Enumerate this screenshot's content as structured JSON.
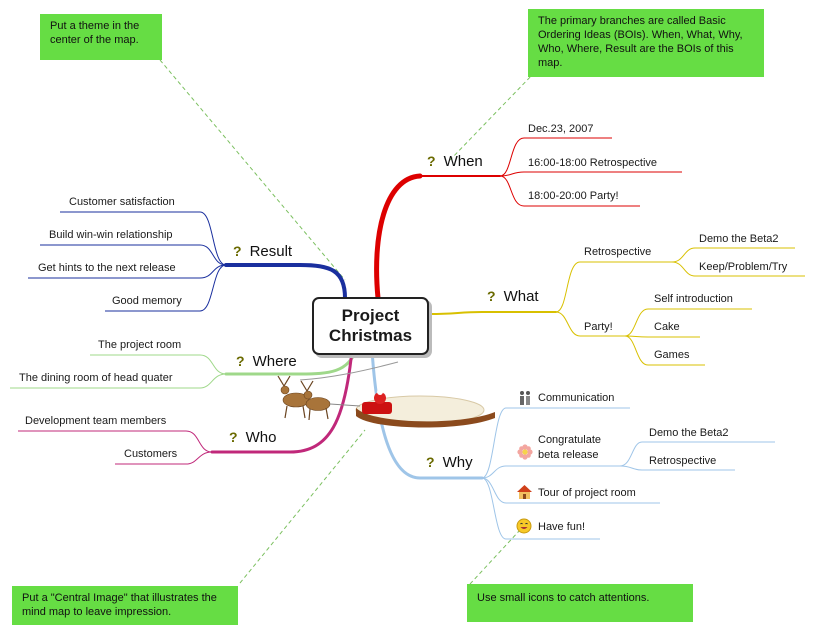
{
  "center": {
    "line1": "Project",
    "line2": "Christmas"
  },
  "notes": {
    "theme": "Put a theme in the center of the map.",
    "boi": "The primary branches are called Basic Ordering Ideas (BOIs). When, What, Why, Who, Where, Result are the BOIs of this map.",
    "central_image": "Put a \"Central Image\" that illustrates the mind map to leave impression.",
    "icons": "Use small icons to catch attentions."
  },
  "marker": "?",
  "branches": {
    "when": {
      "label": "When",
      "color": "#dd0000",
      "items": [
        "Dec.23, 2007",
        "16:00-18:00 Retrospective",
        "18:00-20:00 Party!"
      ]
    },
    "what": {
      "label": "What",
      "color": "#d8c000",
      "retrospective": {
        "label": "Retrospective",
        "items": [
          "Demo the Beta2",
          "Keep/Problem/Try"
        ]
      },
      "party": {
        "label": "Party!",
        "items": [
          "Self introduction",
          "Cake",
          "Games"
        ]
      }
    },
    "why": {
      "label": "Why",
      "color": "#9fc5e8",
      "items": {
        "communication": {
          "label": "Communication",
          "icon": "people-icon"
        },
        "congratulate": {
          "label1": "Congratulate",
          "label2": "beta release",
          "icon": "flower-icon",
          "sub": [
            "Demo the Beta2",
            "Retrospective"
          ]
        },
        "tour": {
          "label": "Tour of project room",
          "icon": "house-icon"
        },
        "fun": {
          "label": "Have fun!",
          "icon": "smiley-icon"
        }
      }
    },
    "result": {
      "label": "Result",
      "color": "#1a2f9e",
      "items": [
        "Customer satisfaction",
        "Build win-win relationship",
        "Get hints to the next release",
        "Good memory"
      ]
    },
    "where": {
      "label": "Where",
      "color": "#9fd88a",
      "items": [
        "The project room",
        "The dining room of head quater"
      ]
    },
    "who": {
      "label": "Who",
      "color": "#c0287a",
      "items": [
        "Development team members",
        "Customers"
      ]
    }
  }
}
